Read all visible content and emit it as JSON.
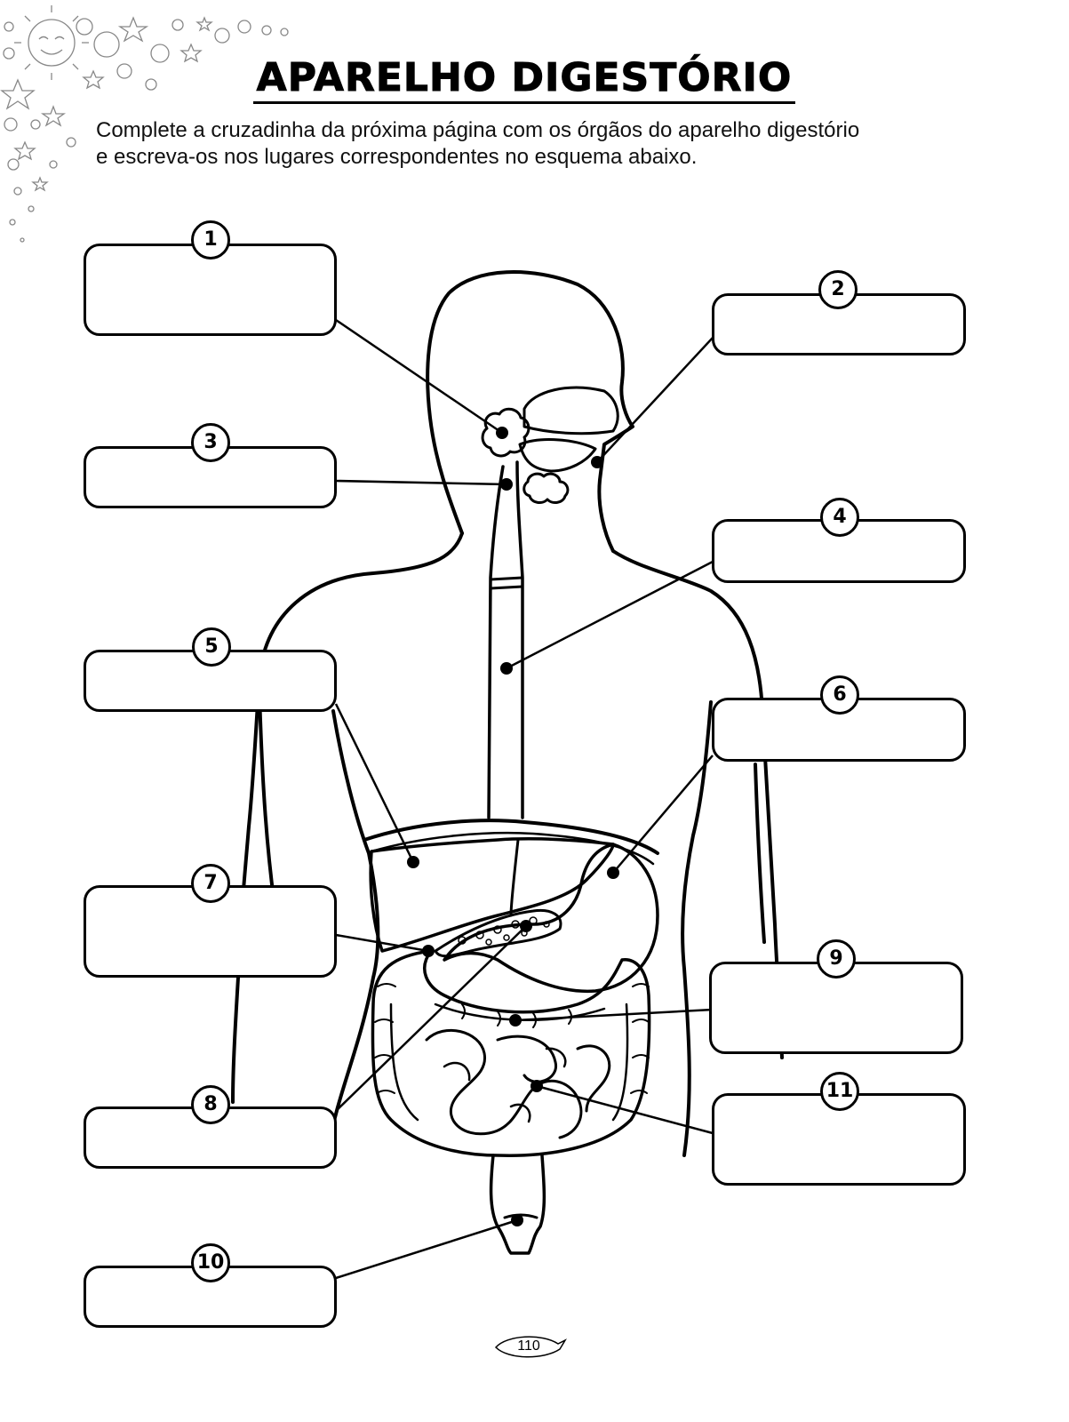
{
  "title": "APARELHO DIGESTÓRIO",
  "instructions": [
    "Complete a cruzadinha da próxima página com os órgãos do aparelho digestório",
    "e escreva-os nos lugares correspondentes no esquema abaixo."
  ],
  "labels": [
    "1",
    "2",
    "3",
    "4",
    "5",
    "6",
    "7",
    "8",
    "9",
    "10",
    "11"
  ],
  "page_number": "110"
}
